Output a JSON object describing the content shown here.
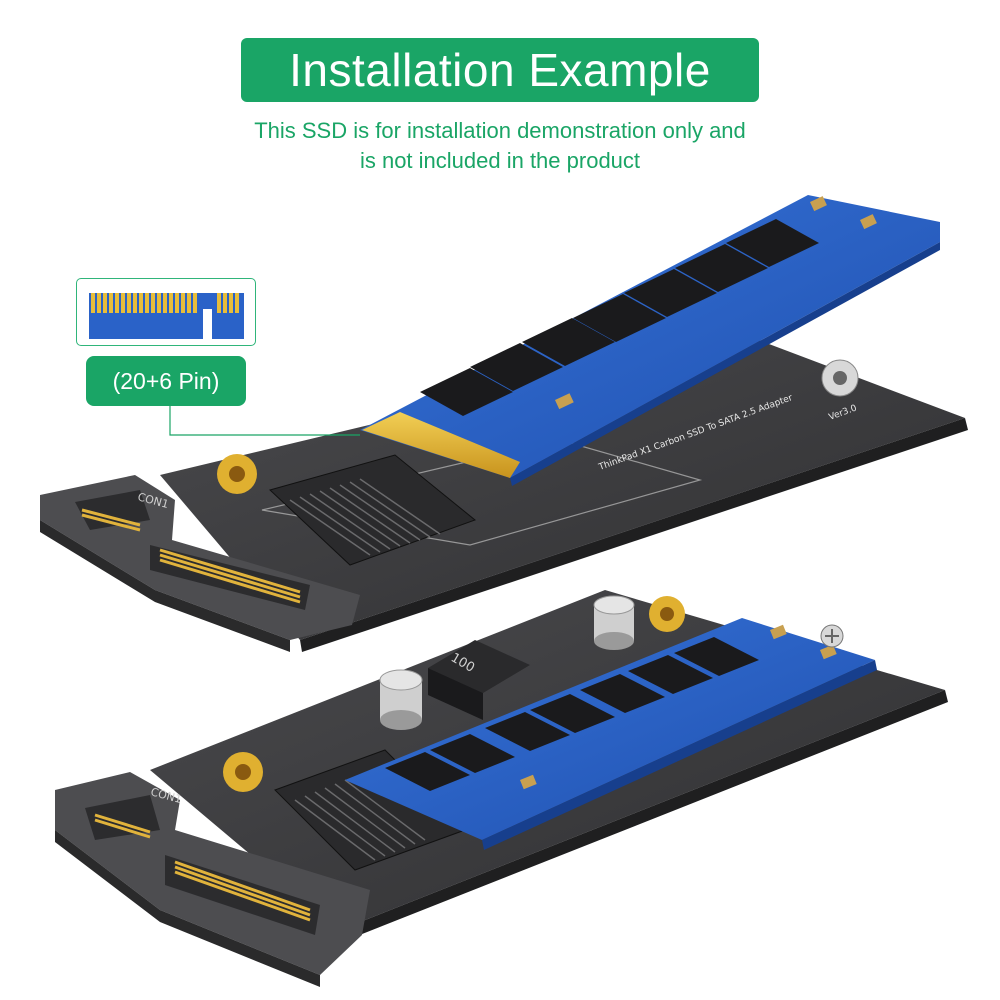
{
  "header": {
    "title": "Installation Example",
    "subtitle_line1": "This SSD is for installation demonstration only and",
    "subtitle_line2": "is not included in the product"
  },
  "callout": {
    "pin_label": "(20+6 Pin)"
  },
  "adapter_top": {
    "pcb_label": "ThinkPad X1 Carbon SSD To SATA 2.5 Adapter",
    "version": "Ver3.0",
    "connector_label": "CON1"
  },
  "adapter_bottom": {
    "inductor_label": "100",
    "connector_label": "CON1"
  },
  "colors": {
    "accent_green": "#1aa566",
    "pcb_dark": "#3a3a3c",
    "ssd_blue": "#2a63c9",
    "gold": "#e0b030"
  }
}
